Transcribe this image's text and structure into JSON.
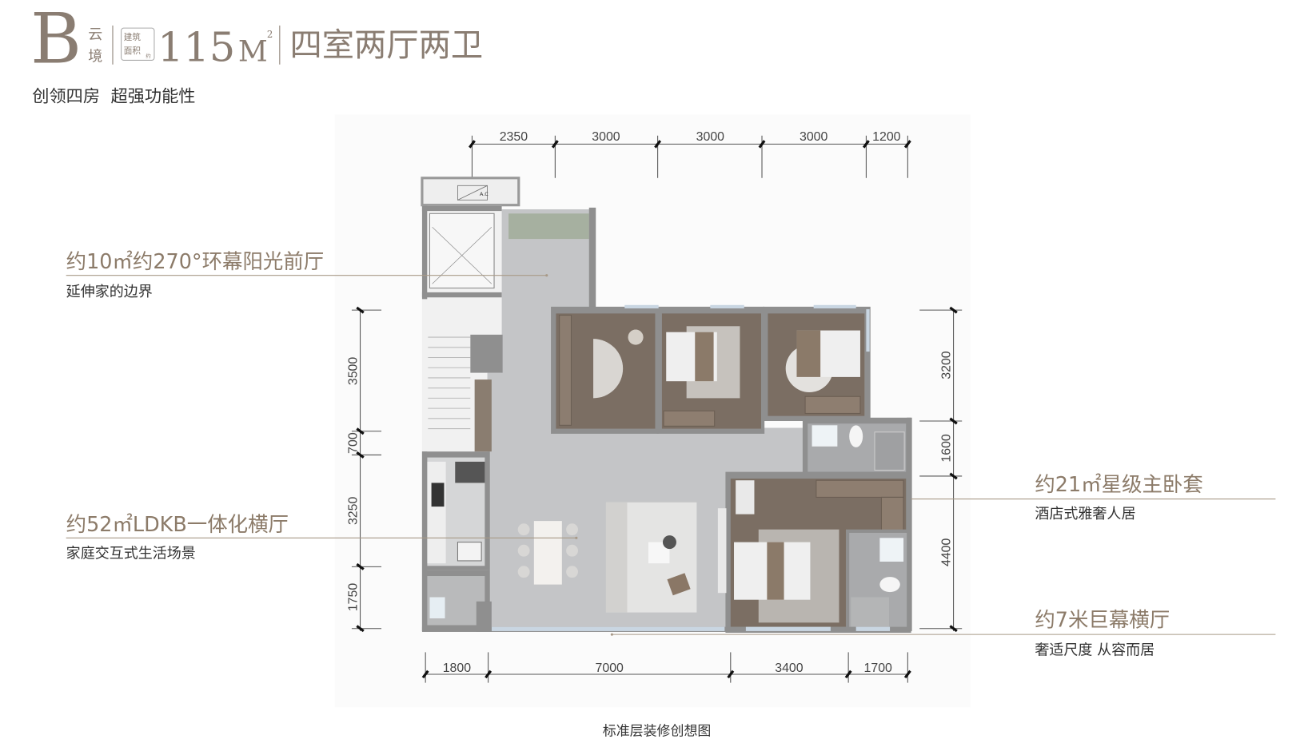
{
  "header": {
    "type_letter": "B",
    "type_name_1": "云",
    "type_name_2": "境",
    "area_badge_1": "建筑",
    "area_badge_2": "面积",
    "area_badge_3": "约",
    "area_value": "115",
    "area_unit": "M",
    "area_sup": "2",
    "layout": "四室两厅两卫",
    "subtitle": "创领四房  超强功能性"
  },
  "callouts": [
    {
      "title": "约10㎡约270°环幕阳光前厅",
      "sub": "延伸家的边界"
    },
    {
      "title": "约52㎡LDKB一体化横厅",
      "sub": "家庭交互式生活场景"
    },
    {
      "title": "约21㎡星级主卧套",
      "sub": "酒店式雅奢人居"
    },
    {
      "title": "约7米巨幕横厅",
      "sub": "奢适尺度 从容而居"
    }
  ],
  "dimensions": {
    "top": [
      "2350",
      "3000",
      "3000",
      "3000",
      "1200"
    ],
    "left": [
      "3500",
      "700",
      "3250",
      "1750"
    ],
    "right": [
      "3200",
      "1600",
      "4400"
    ],
    "bottom": [
      "1800",
      "7000",
      "3400",
      "1700"
    ]
  },
  "plan": {
    "ac_label": "A.C"
  },
  "caption": "标准层装修创想图",
  "colors": {
    "accent": "#8c7b69",
    "wood": "#7b6e63",
    "stone": "#c4c5c7"
  }
}
